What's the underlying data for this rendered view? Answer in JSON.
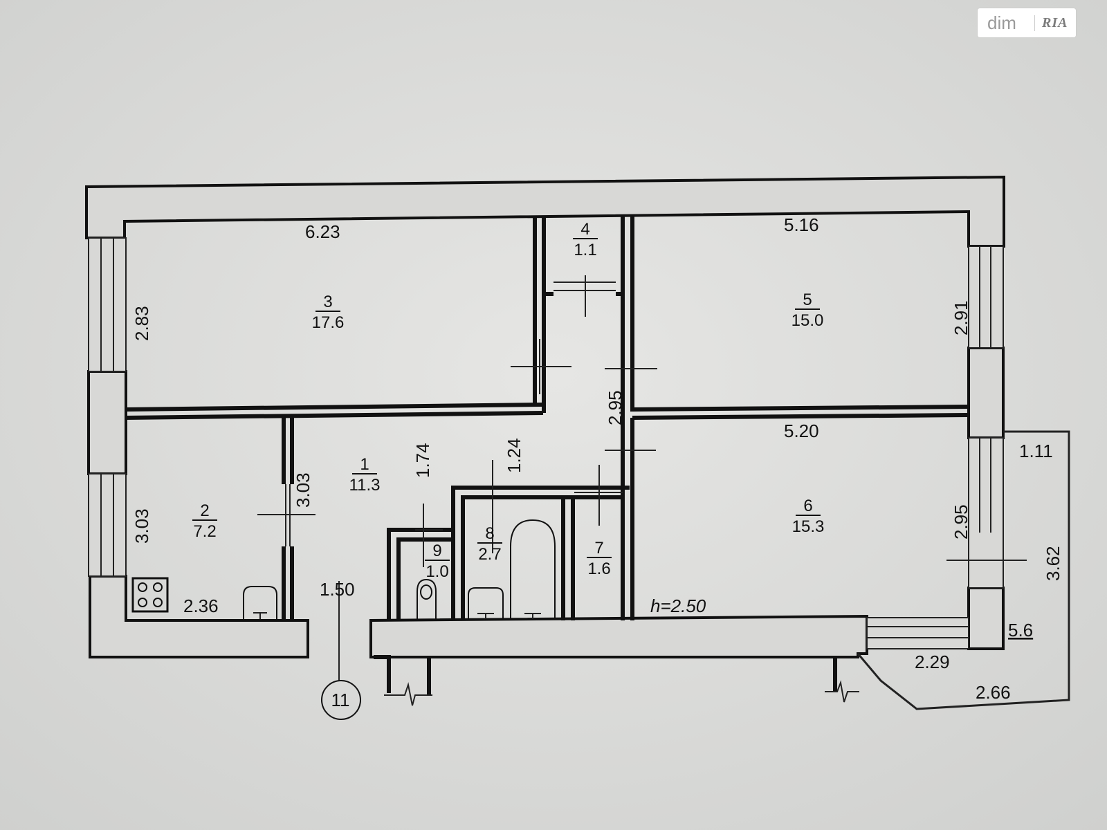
{
  "watermark": {
    "brand_left": "dim",
    "brand_right": "RIA"
  },
  "ceiling_height": "h=2.50",
  "section_marker": "11",
  "rooms": [
    {
      "id": "room-1",
      "number": "1",
      "area": "11.3"
    },
    {
      "id": "room-2",
      "number": "2",
      "area": "7.2"
    },
    {
      "id": "room-3",
      "number": "3",
      "area": "17.6"
    },
    {
      "id": "room-4",
      "number": "4",
      "area": "1.1"
    },
    {
      "id": "room-5",
      "number": "5",
      "area": "15.0"
    },
    {
      "id": "room-6",
      "number": "6",
      "area": "15.3"
    },
    {
      "id": "room-7",
      "number": "7",
      "area": "1.6"
    },
    {
      "id": "room-8",
      "number": "8",
      "area": "2.7"
    },
    {
      "id": "room-9",
      "number": "9",
      "area": "1.0"
    }
  ],
  "balcony_area": "5.6",
  "dimensions": {
    "d623": "6.23",
    "d516": "5.16",
    "d283": "2.83",
    "d291": "2.91",
    "d295a": "2.95",
    "d520": "5.20",
    "d111": "1.11",
    "d303a": "3.03",
    "d303b": "3.03",
    "d174": "1.74",
    "d124": "1.24",
    "d150": "1.50",
    "d236": "2.36",
    "d295b": "2.95",
    "d362": "3.62",
    "d229": "2.29",
    "d266": "2.66"
  }
}
